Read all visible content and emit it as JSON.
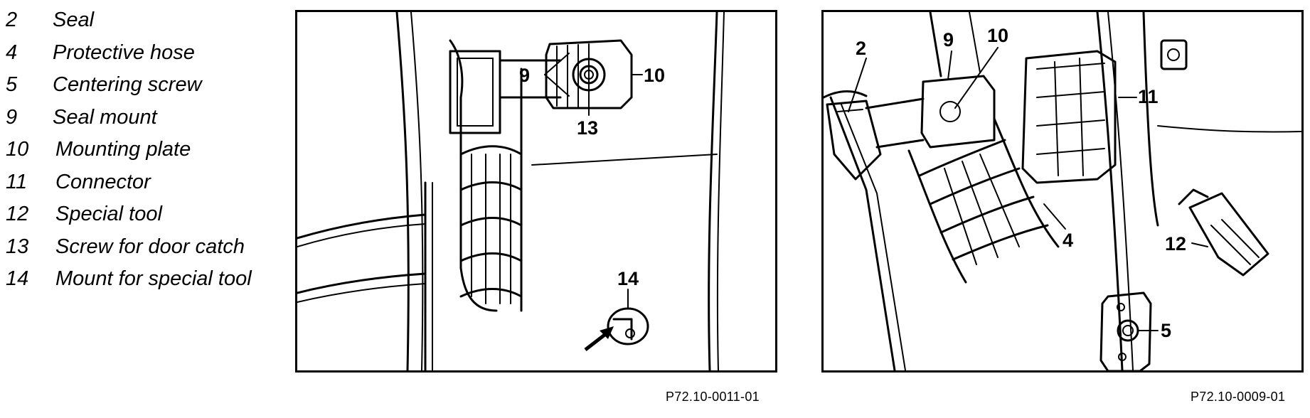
{
  "legend": [
    {
      "num": "2",
      "text": "Seal"
    },
    {
      "num": "4",
      "text": "Protective hose"
    },
    {
      "num": "5",
      "text": "Centering screw"
    },
    {
      "num": "9",
      "text": "Seal mount"
    },
    {
      "num": "10",
      "text": "Mounting plate"
    },
    {
      "num": "11",
      "text": "Connector"
    },
    {
      "num": "12",
      "text": "Special tool"
    },
    {
      "num": "13",
      "text": "Screw for door catch"
    },
    {
      "num": "14",
      "text": "Mount for special tool"
    }
  ],
  "figure1": {
    "code": "P72.10-0011-01",
    "callouts": {
      "c9": "9",
      "c10": "10",
      "c13": "13",
      "c14": "14"
    }
  },
  "figure2": {
    "code": "P72.10-0009-01",
    "callouts": {
      "c2": "2",
      "c9": "9",
      "c10": "10",
      "c11": "11",
      "c12": "12",
      "c4": "4",
      "c5": "5"
    }
  }
}
